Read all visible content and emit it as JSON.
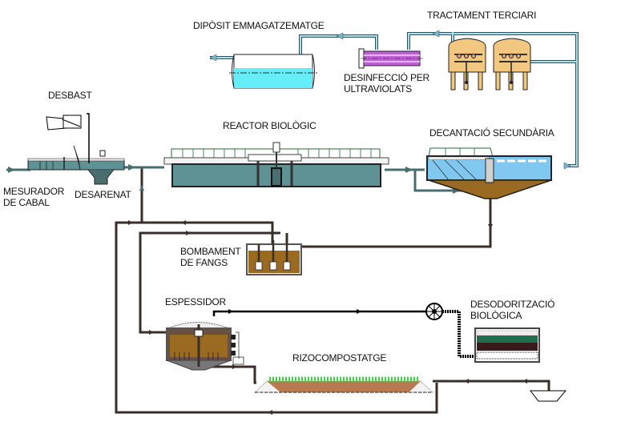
{
  "title": "Esquema depuradora d'aigües residuals",
  "labels": {
    "desbast": "DESBAST",
    "mesurador": "MESURADOR\nDE CABAL",
    "desarenat": "DESARENAT",
    "reactor": "REACTOR BIOLÒGIC",
    "decantacio": "DECANTACIÓ SECUNDÀRIA",
    "diposit": "DIPÒSIT EMMAGATZEMATGE",
    "desinfeccio": "DESINFECCIÓ PER\nULTRAVIOLATS",
    "terciari": "TRACTAMENT TERCIARI",
    "bombament": "BOMBAMENT\nDE FANGS",
    "espessidor": "ESPESSIDOR",
    "rizocompostatge": "RIZOCOMPOSTATGE",
    "desodoritzacio": "DESODORITZACIÓ\nBIOLÒGICA"
  },
  "colors": {
    "water_pipe": "#4a6e70",
    "water": "#5f9294",
    "clean_pipe": "#a8d8e0",
    "clean_water": "#66eef8",
    "uv": "#c060d8",
    "tank_tan": "#f2c880",
    "sludge": "#9a6a20",
    "sludge_pipe": "#5a4a40",
    "air_pipe": "#000000",
    "plants": "#44cc44",
    "clarifier_water": "#80c8f0"
  }
}
